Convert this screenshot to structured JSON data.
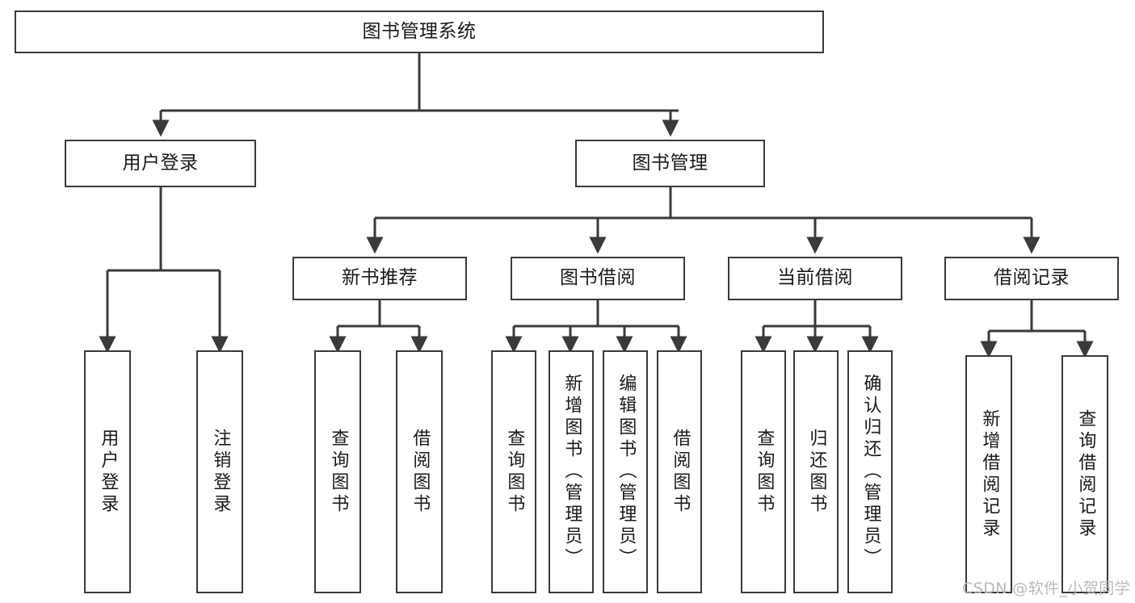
{
  "diagram": {
    "type": "tree-hierarchy-chart",
    "title": "图书管理系统",
    "line_color": "#3a3a3a",
    "box_fill": "#ffffff",
    "text_color": "#1a1a1a",
    "watermark": "CSDN @软件_小贺同学",
    "levels": {
      "root": {
        "label": "图书管理系统"
      },
      "level2": [
        {
          "label": "用户登录"
        },
        {
          "label": "图书管理"
        }
      ],
      "level3": [
        {
          "label": "新书推荐"
        },
        {
          "label": "图书借阅"
        },
        {
          "label": "当前借阅"
        },
        {
          "label": "借阅记录"
        }
      ],
      "leaves": {
        "user_login": [
          {
            "label": "用户登录"
          },
          {
            "label": "注销登录"
          }
        ],
        "new_book_recommend": [
          {
            "label": "查询图书"
          },
          {
            "label": "借阅图书"
          }
        ],
        "book_borrow": [
          {
            "label": "查询图书"
          },
          {
            "label": "新增图书（管理员）"
          },
          {
            "label": "编辑图书（管理员）"
          },
          {
            "label": "借阅图书"
          }
        ],
        "current_borrow": [
          {
            "label": "查询图书"
          },
          {
            "label": "归还图书"
          },
          {
            "label": "确认归还（管理员）"
          }
        ],
        "borrow_record": [
          {
            "label": "新增借阅记录"
          },
          {
            "label": "查询借阅记录"
          }
        ]
      }
    }
  }
}
